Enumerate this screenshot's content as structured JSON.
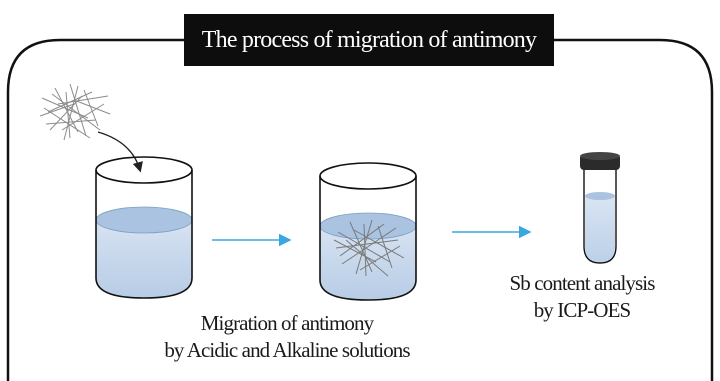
{
  "title": "The process of migration of antimony",
  "captions": {
    "migration_line1": "Migration of antimony",
    "migration_line2": "by Acidic and Alkaline solutions",
    "analysis_line1": "Sb content analysis",
    "analysis_line2": "by ICP-OES"
  },
  "colors": {
    "frame": "#111111",
    "liquid": "#c5d6ea",
    "liquid_top": "#a9c3e0",
    "arrow": "#3aa7e0",
    "cap": "#2b2b2b"
  },
  "icons": [
    "fiber-sample-icon",
    "beaker-icon",
    "beaker-with-fibers-icon",
    "test-tube-icon",
    "arrow-icon"
  ]
}
